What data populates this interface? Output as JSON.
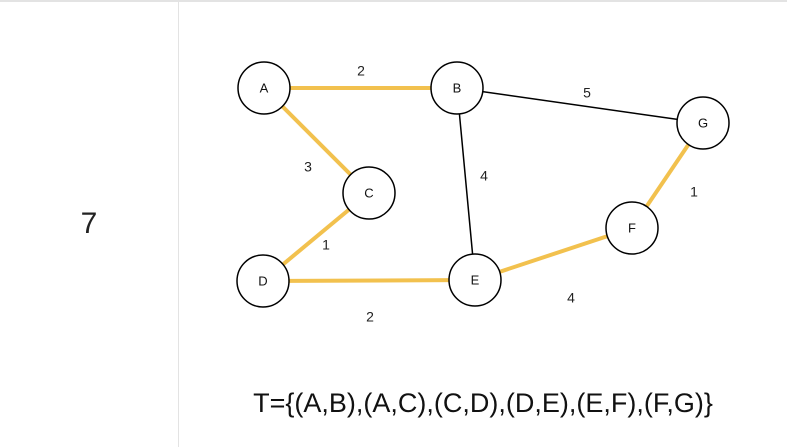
{
  "row": {
    "number": "7"
  },
  "colors": {
    "highlight": "#F2C14E",
    "edge": "#000000",
    "node_stroke": "#000000"
  },
  "graph": {
    "nodes": [
      {
        "id": "A",
        "label": "A"
      },
      {
        "id": "B",
        "label": "B"
      },
      {
        "id": "C",
        "label": "C"
      },
      {
        "id": "D",
        "label": "D"
      },
      {
        "id": "E",
        "label": "E"
      },
      {
        "id": "F",
        "label": "F"
      },
      {
        "id": "G",
        "label": "G"
      }
    ],
    "edges": [
      {
        "from": "A",
        "to": "B",
        "weight": "2",
        "highlighted": true
      },
      {
        "from": "A",
        "to": "C",
        "weight": "3",
        "highlighted": true
      },
      {
        "from": "C",
        "to": "D",
        "weight": "1",
        "highlighted": true
      },
      {
        "from": "D",
        "to": "E",
        "weight": "2",
        "highlighted": true
      },
      {
        "from": "E",
        "to": "F",
        "weight": "4",
        "highlighted": true
      },
      {
        "from": "F",
        "to": "G",
        "weight": "1",
        "highlighted": true
      },
      {
        "from": "B",
        "to": "G",
        "weight": "5",
        "highlighted": false
      },
      {
        "from": "B",
        "to": "E",
        "weight": "4",
        "highlighted": false
      }
    ]
  },
  "formula": "T={(A,B),(A,C),(C,D),(D,E),(E,F),(F,G)}"
}
